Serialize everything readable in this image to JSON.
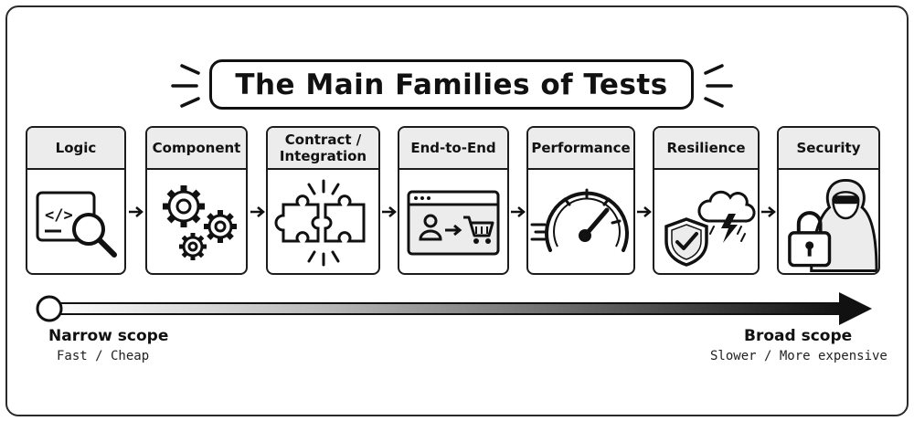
{
  "title": "The Main Families of Tests",
  "families": [
    {
      "label": "Logic",
      "icon": "code-magnifier-icon"
    },
    {
      "label": "Component",
      "icon": "gears-icon"
    },
    {
      "label": "Contract /\nIntegration",
      "icon": "puzzle-pieces-icon"
    },
    {
      "label": "End-to-End",
      "icon": "user-to-cart-browser-icon"
    },
    {
      "label": "Performance",
      "icon": "speedometer-icon"
    },
    {
      "label": "Resilience",
      "icon": "shield-storm-icon"
    },
    {
      "label": "Security",
      "icon": "hacker-padlock-icon"
    }
  ],
  "scope": {
    "narrow_label": "Narrow scope",
    "narrow_sub": "Fast / Cheap",
    "broad_label": "Broad scope",
    "broad_sub": "Slower / More expensive"
  }
}
